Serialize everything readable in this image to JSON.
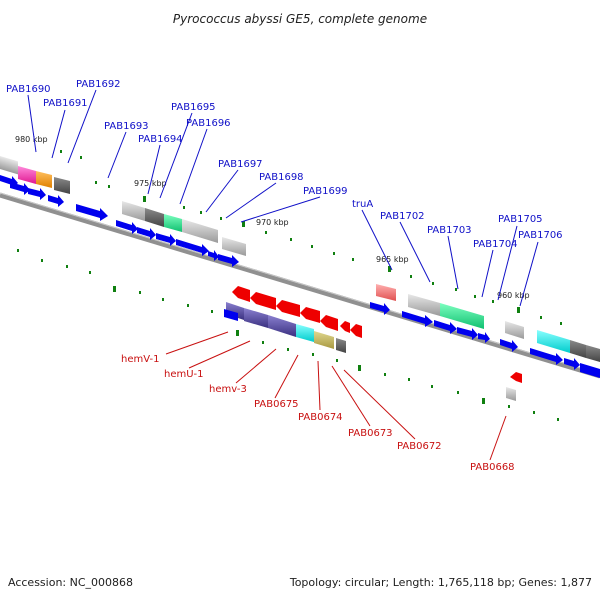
{
  "title": "Pyrococcus abyssi GE5, complete genome",
  "footer": {
    "accession": "Accession: NC_000868",
    "topology": "Topology: circular; Length: 1,765,118 bp; Genes: 1,877"
  },
  "scale_labels": [
    "980 kbp",
    "975 kbp",
    "970 kbp",
    "965 kbp",
    "960 kbp"
  ],
  "forward_genes": [
    "PAB1690",
    "PAB1691",
    "PAB1692",
    "PAB1693",
    "PAB1694",
    "PAB1695",
    "PAB1696",
    "PAB1697",
    "PAB1698",
    "PAB1699",
    "truA",
    "PAB1702",
    "PAB1703",
    "PAB1704",
    "PAB1705",
    "PAB1706"
  ],
  "reverse_genes": [
    "hemV-1",
    "hemU-1",
    "hemv-3",
    "PAB0675",
    "PAB0674",
    "PAB0673",
    "PAB0672",
    "PAB0668"
  ],
  "colors": {
    "forward_label": "#1010c8",
    "reverse_label": "#c81010",
    "forward_arrow": "#0000ee",
    "reverse_arrow": "#ee0000",
    "backbone": "#808080",
    "tick": "#108010"
  }
}
